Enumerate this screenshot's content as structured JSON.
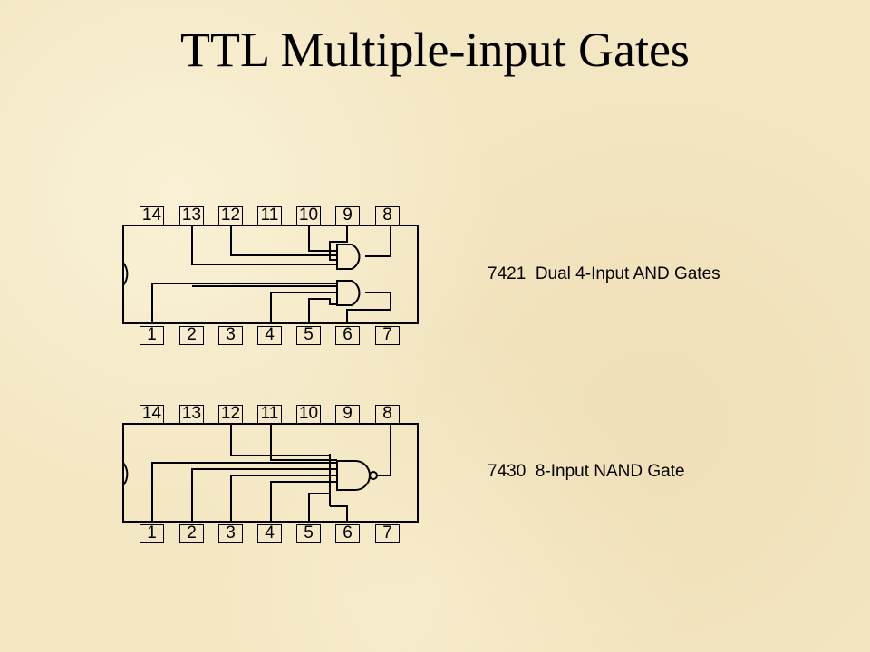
{
  "slide": {
    "title": "TTL Multiple-input Gates"
  },
  "chips": [
    {
      "part": "7421",
      "description": "Dual 4-Input AND Gates",
      "label": "7421  Dual 4-Input AND Gates",
      "top_pins": [
        "14",
        "13",
        "12",
        "11",
        "10",
        "9",
        "8"
      ],
      "bottom_pins": [
        "1",
        "2",
        "3",
        "4",
        "5",
        "6",
        "7"
      ]
    },
    {
      "part": "7430",
      "description": "8-Input NAND Gate",
      "label": "7430  8-Input NAND Gate",
      "top_pins": [
        "14",
        "13",
        "12",
        "11",
        "10",
        "9",
        "8"
      ],
      "bottom_pins": [
        "1",
        "2",
        "3",
        "4",
        "5",
        "6",
        "7"
      ]
    }
  ]
}
